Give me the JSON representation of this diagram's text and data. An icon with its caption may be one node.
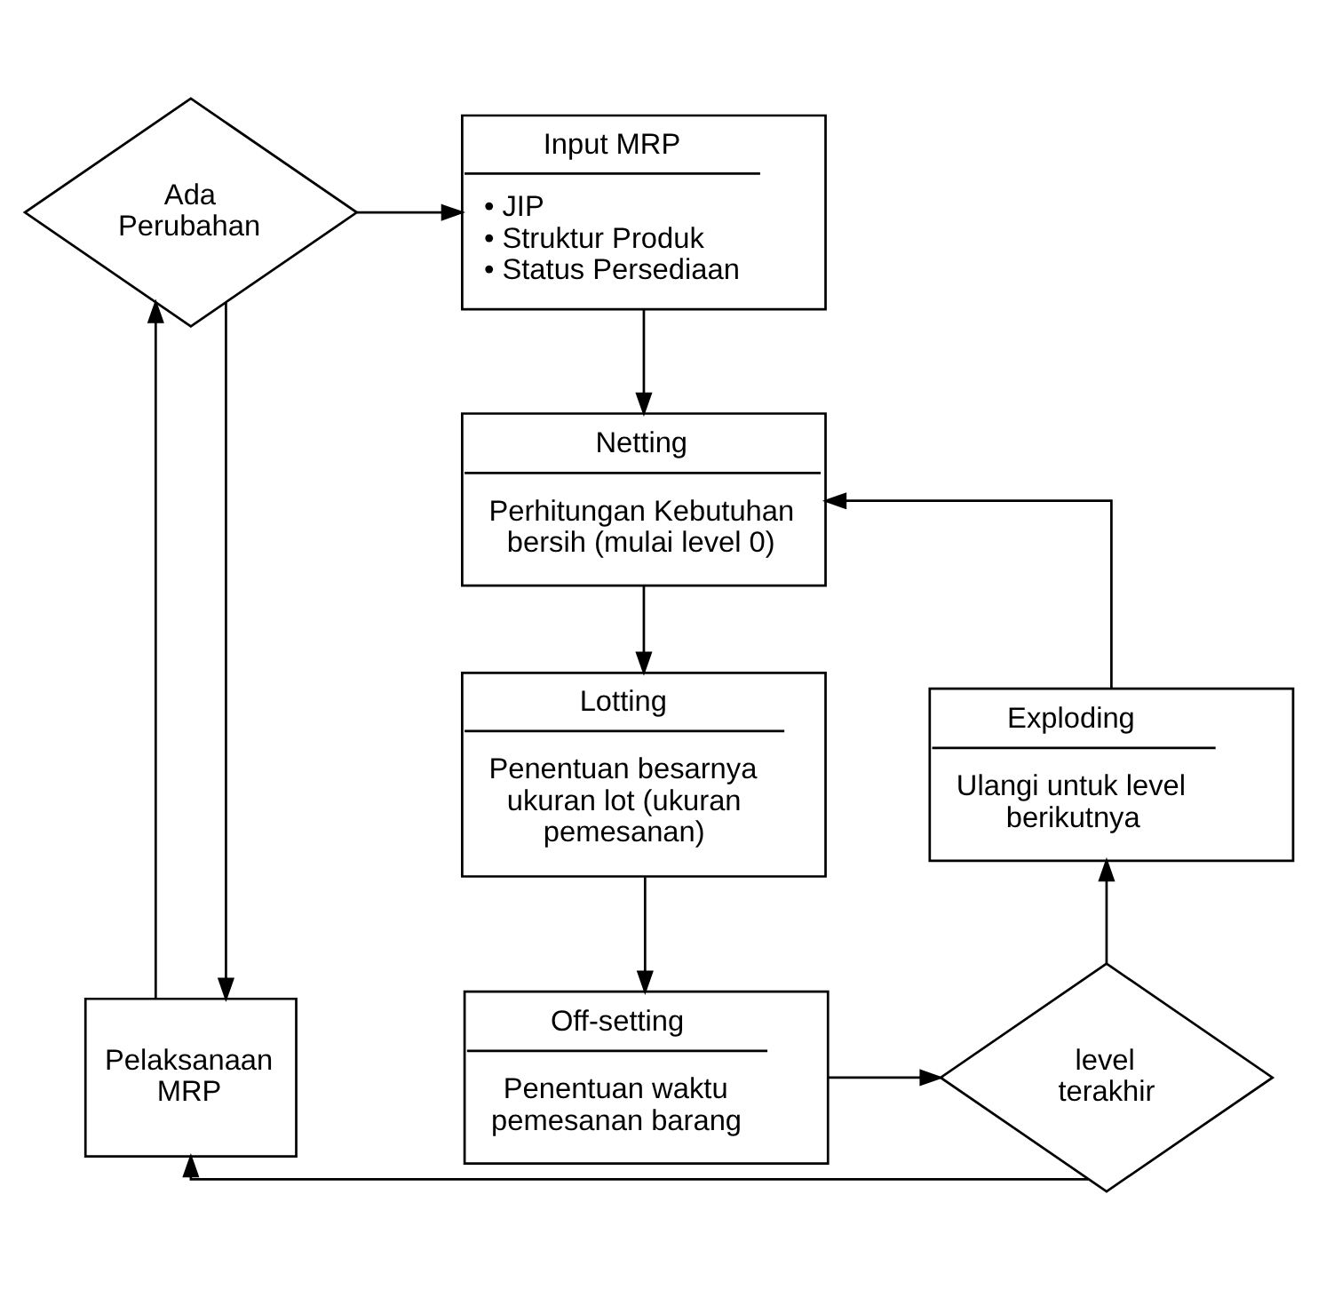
{
  "diagram": {
    "nodes": [
      {
        "text": [
          "Input MRP",
          "• JIP",
          "• Struktur Produk",
          "• Status Persediaan"
        ]
      },
      {
        "text": [
          "Netting",
          "Perhitungan Kebutuhan bersih (mulai level 0)"
        ]
      },
      {
        "text": [
          "Lotting",
          "Penentuan besarnya ukuran lot (ukuran pemesanan)"
        ]
      },
      {
        "text": [
          "Off-setting",
          "Penentuan waktu pemesanan barang"
        ]
      },
      {
        "text": [
          "level terakhir"
        ]
      },
      {
        "text": [
          "Exploding",
          "Ulangi untuk level berikutnya"
        ]
      },
      {
        "text": [
          "Pelaksanaan MRP"
        ]
      },
      {
        "text": [
          "Ada Perubahan"
        ]
      }
    ],
    "edges": [
      {
        "from": 0,
        "to": 1,
        "arrow": "to"
      },
      {
        "from": 1,
        "to": 2,
        "arrow": "to"
      },
      {
        "from": 2,
        "to": 3,
        "arrow": "to"
      },
      {
        "from": 3,
        "to": 4,
        "arrow": "to"
      },
      {
        "from": 4,
        "to": 5,
        "arrow": "to"
      },
      {
        "from": 5,
        "to": 1,
        "arrow": "to"
      },
      {
        "from": 4,
        "to": 6,
        "arrow": "to"
      },
      {
        "from": 6,
        "to": 7,
        "arrow": "to"
      },
      {
        "from": 7,
        "to": 0,
        "arrow": "to"
      },
      {
        "from": 7,
        "to": 6,
        "arrow": "to"
      }
    ]
  }
}
